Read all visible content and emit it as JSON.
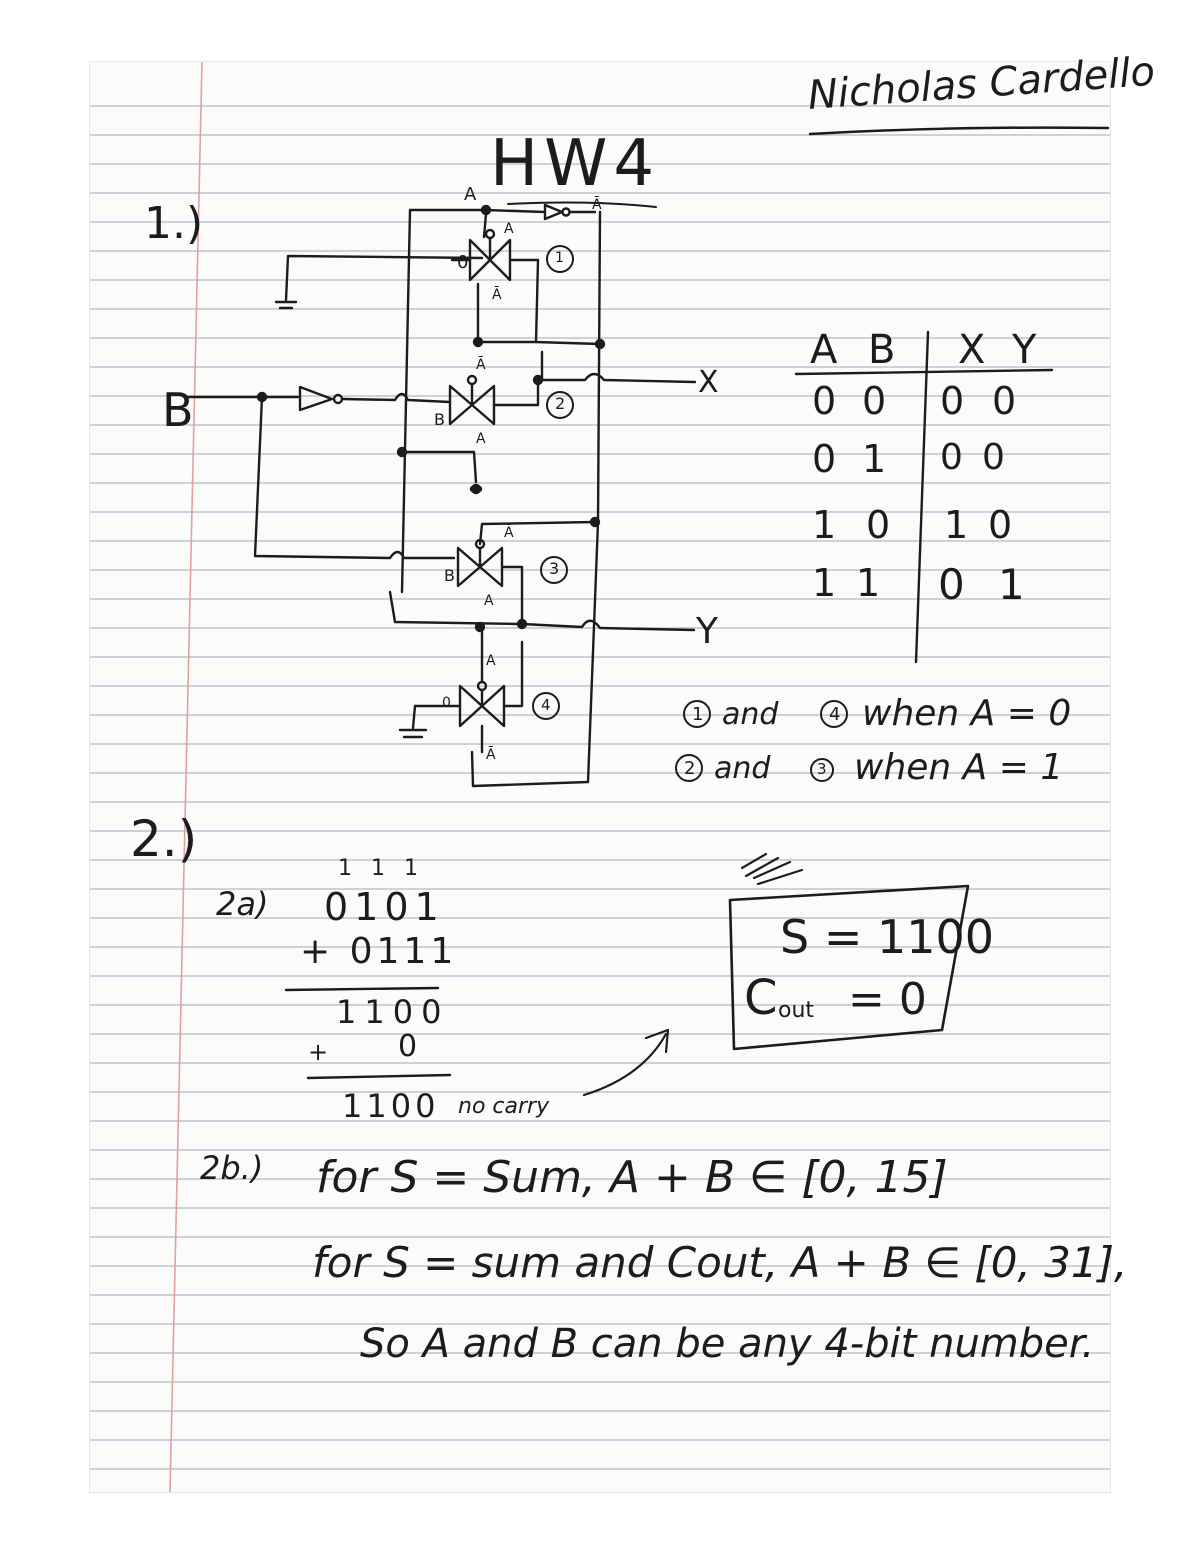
{
  "header": {
    "author": "Nicholas Cardello",
    "title": "HW4"
  },
  "problem1": {
    "label": "1.)",
    "input_b": "B",
    "output_x": "X",
    "output_y": "Y",
    "node_labels": {
      "a_top": "A",
      "a_bar_top": "Ā",
      "zero_left": "0",
      "a_g1": "A",
      "a_bar_g1": "Ā",
      "a_bar_g2": "Ā",
      "b_g2": "B",
      "a_g2": "A",
      "a_bar_g3": "Ā",
      "b_g3": "B",
      "a_g3": "A",
      "a_g4": "A",
      "zero_g4": "0",
      "a_bar_g4": "Ā"
    },
    "gate_numbers": [
      "1",
      "2",
      "3",
      "4"
    ],
    "truth_table": {
      "headers": [
        "A",
        "B",
        "X",
        "Y"
      ],
      "rows": [
        [
          "0",
          "0",
          "0",
          "0"
        ],
        [
          "0",
          "1",
          "0",
          "0"
        ],
        [
          "1",
          "0",
          "1",
          "0"
        ],
        [
          "1",
          "1",
          "0",
          "1"
        ]
      ]
    },
    "note_line1": {
      "gate_a": "1",
      "mid": "and",
      "gate_b": "4",
      "end": "when A = 0"
    },
    "note_line2": {
      "gate_a": "2",
      "mid": "and",
      "gate_b": "3",
      "end": "when A = 1"
    }
  },
  "problem2": {
    "label": "2.)",
    "part_a": {
      "label": "2a)",
      "carries": "1 1 1",
      "addend1": "0101",
      "addend2": "+ 0111",
      "partial": "1100",
      "plus_sign": "+",
      "carry_in": "0",
      "result": "1100",
      "note": "no carry",
      "boxed_s": "S = 1100",
      "boxed_cout_c": "C",
      "boxed_cout_sub": "out",
      "boxed_cout_val": "= 0"
    },
    "part_b": {
      "label": "2b.)",
      "line1": "for S = Sum,   A + B ∈ [0, 15]",
      "line2": "for S = sum and Cout,   A + B ∈ [0, 31],",
      "line3": "So  A and B  can be any 4-bit number."
    }
  }
}
